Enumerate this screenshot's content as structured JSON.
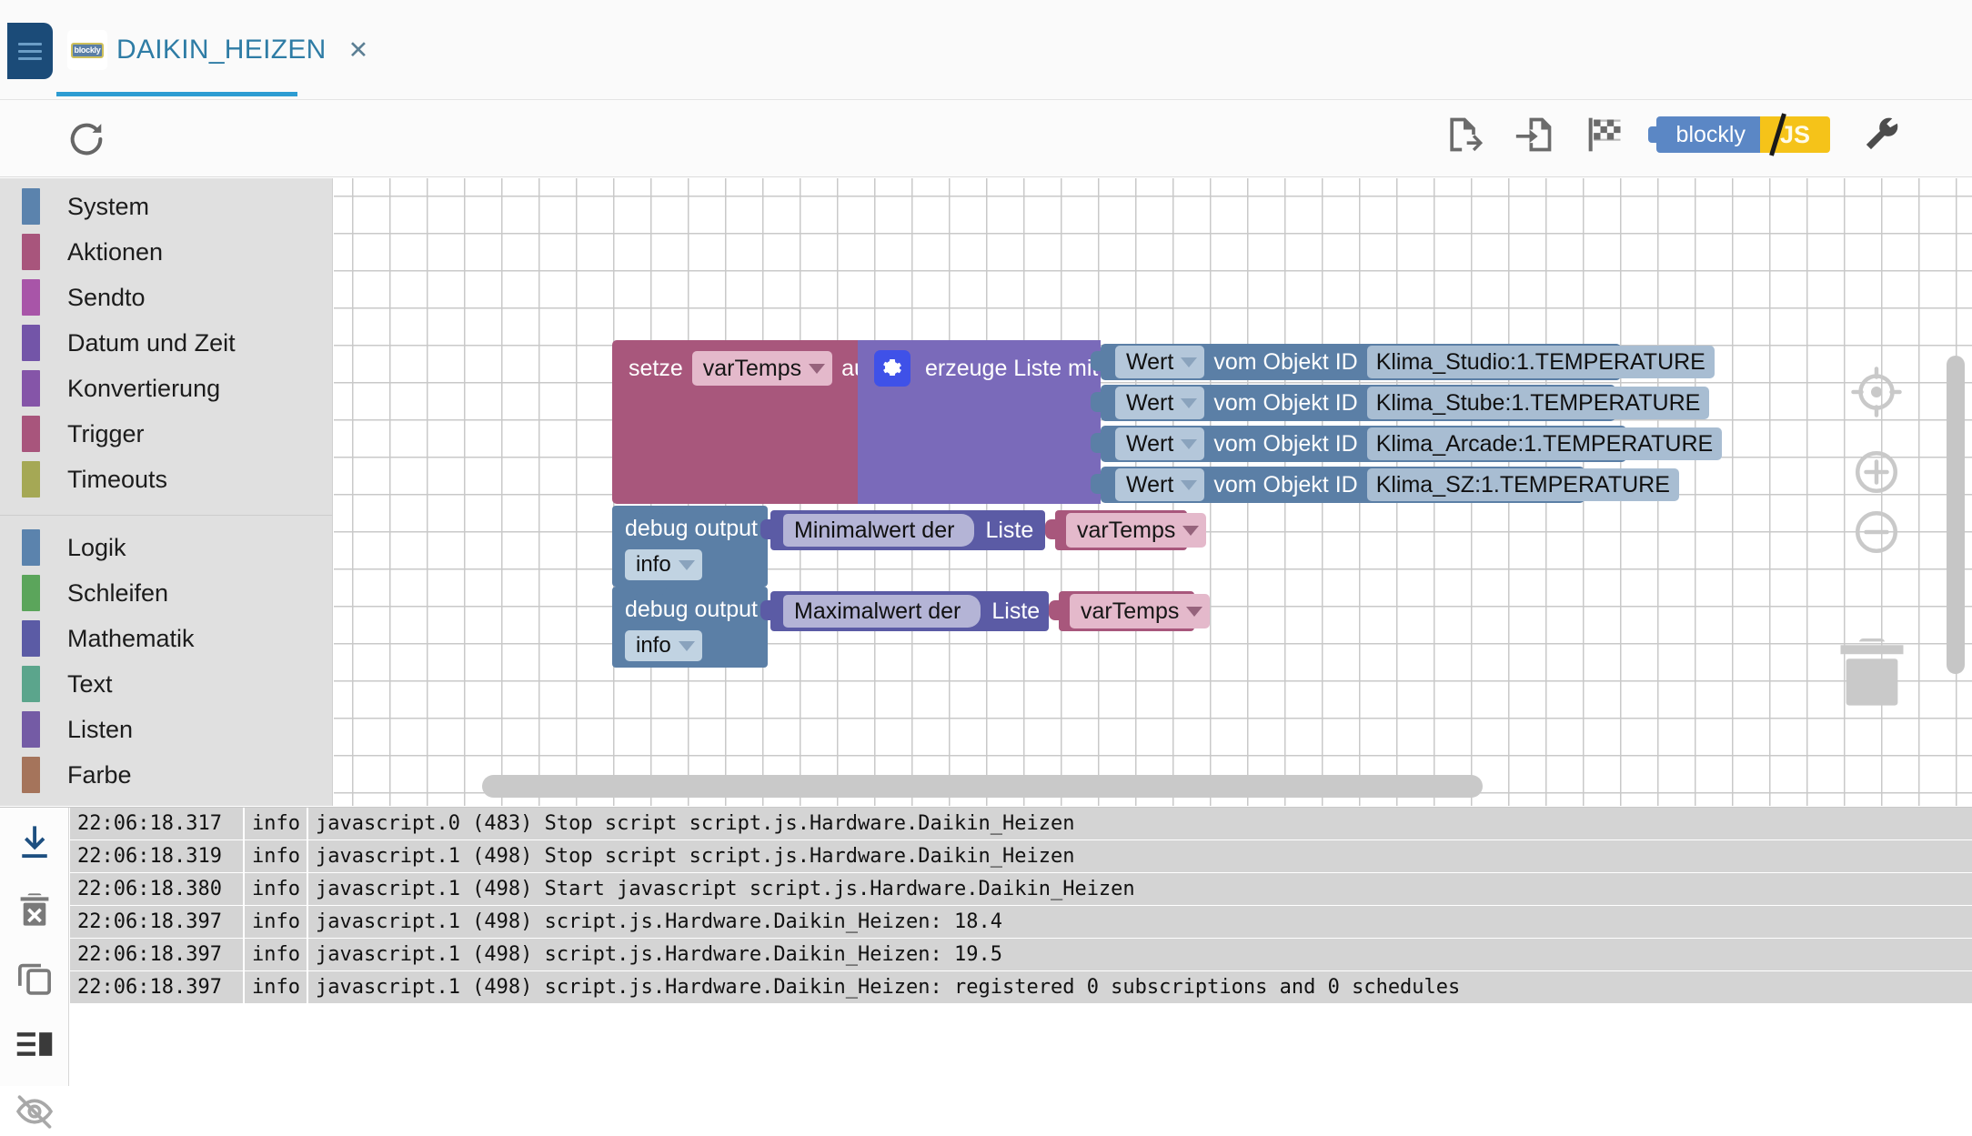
{
  "tab": {
    "title": "DAIKIN_HEIZEN",
    "favicon_label": "blockly",
    "close_label": "✕",
    "menu_icon": "hamburger-menu-icon"
  },
  "toolbar": {
    "refresh_icon": "refresh-icon",
    "export_icon": "export-file-icon",
    "import_icon": "import-file-icon",
    "flag_icon": "checkered-flag-icon",
    "toggle_blockly": "blockly",
    "toggle_js": "JS",
    "settings_icon": "wrench-icon"
  },
  "toolbox": {
    "group1": [
      {
        "label": "System",
        "color": "#5b83ad"
      },
      {
        "label": "Aktionen",
        "color": "#a8557c"
      },
      {
        "label": "Sendto",
        "color": "#a855a8"
      },
      {
        "label": "Datum und Zeit",
        "color": "#7355a8"
      },
      {
        "label": "Konvertierung",
        "color": "#8555a8"
      },
      {
        "label": "Trigger",
        "color": "#a8557c"
      },
      {
        "label": "Timeouts",
        "color": "#a5a855"
      }
    ],
    "group2": [
      {
        "label": "Logik",
        "color": "#5b83ad"
      },
      {
        "label": "Schleifen",
        "color": "#5ba55b"
      },
      {
        "label": "Mathematik",
        "color": "#5b5ba5"
      },
      {
        "label": "Text",
        "color": "#5ba58c"
      },
      {
        "label": "Listen",
        "color": "#745ba5"
      },
      {
        "label": "Farbe",
        "color": "#a5745b"
      }
    ]
  },
  "workspace": {
    "set_block": {
      "keyword": "setze",
      "variable": "varTemps",
      "keyword2": "auf",
      "color": "#a8577c"
    },
    "list_block": {
      "label": "erzeuge Liste mit",
      "gear_icon": "gear-mutator-icon",
      "color": "#7a6aba"
    },
    "value_rows": [
      {
        "field": "Wert",
        "label": "vom Objekt ID",
        "objectid": "Klima_Studio:1.TEMPERATURE"
      },
      {
        "field": "Wert",
        "label": "vom Objekt ID",
        "objectid": "Klima_Stube:1.TEMPERATURE"
      },
      {
        "field": "Wert",
        "label": "vom Objekt ID",
        "objectid": "Klima_Arcade:1.TEMPERATURE"
      },
      {
        "field": "Wert",
        "label": "vom Objekt ID",
        "objectid": "Klima_SZ:1.TEMPERATURE"
      }
    ],
    "debug_blocks": [
      {
        "label": "debug output",
        "level": "info",
        "op": "Minimalwert der",
        "op_suffix": "Liste",
        "variable": "varTemps"
      },
      {
        "label": "debug output",
        "level": "info",
        "op": "Maximalwert der",
        "op_suffix": "Liste",
        "variable": "varTemps"
      }
    ],
    "controls": {
      "center_icon": "center-target-icon",
      "zoom_in_icon": "zoom-in-icon",
      "zoom_out_icon": "zoom-out-icon",
      "trash_icon": "trash-icon"
    }
  },
  "log": {
    "sidebar_icons": [
      "download-icon",
      "delete-all-icon",
      "copy-icon",
      "layout-icon",
      "eye-off-icon"
    ],
    "rows": [
      {
        "time": "22:06:18.317",
        "level": "info",
        "message": "javascript.0 (483) Stop script script.js.Hardware.Daikin_Heizen"
      },
      {
        "time": "22:06:18.319",
        "level": "info",
        "message": "javascript.1 (498) Stop script script.js.Hardware.Daikin_Heizen"
      },
      {
        "time": "22:06:18.380",
        "level": "info",
        "message": "javascript.1 (498) Start javascript script.js.Hardware.Daikin_Heizen"
      },
      {
        "time": "22:06:18.397",
        "level": "info",
        "message": "javascript.1 (498) script.js.Hardware.Daikin_Heizen: 18.4"
      },
      {
        "time": "22:06:18.397",
        "level": "info",
        "message": "javascript.1 (498) script.js.Hardware.Daikin_Heizen: 19.5"
      },
      {
        "time": "22:06:18.397",
        "level": "info",
        "message": "javascript.1 (498) script.js.Hardware.Daikin_Heizen: registered 0 subscriptions and 0 schedules"
      }
    ]
  }
}
